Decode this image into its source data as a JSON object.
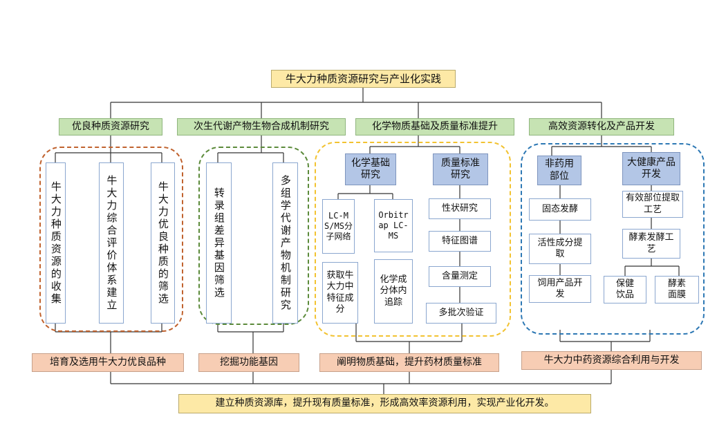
{
  "root": "牛大力种质资源研究与产业化实践",
  "categories": [
    "优良种质资源研究",
    "次生代谢产物生物合成机制研究",
    "化学物质基础及质量标准提升",
    "高效资源转化及产品开发"
  ],
  "group1": [
    "牛大力种质资源的收集",
    "牛大力综合评价体系建立",
    "牛大力优良种质的筛选"
  ],
  "group2": [
    "转录组差异基因筛选",
    "多组学代谢产物机制研究"
  ],
  "group3": {
    "headers": [
      "化学基础研究",
      "质量标准研究"
    ],
    "left": [
      "LC-MS/MS分子网络",
      "获取牛大力中特征成分"
    ],
    "mid": [
      "Orbitrap LC-MS",
      "化学成分体内追踪"
    ],
    "right": [
      "性状研究",
      "特征图谱",
      "含量测定",
      "多批次验证"
    ]
  },
  "group4": {
    "headers": [
      "非药用部位",
      "大健康产品开发"
    ],
    "left": [
      "固态发酵",
      "活性成分提取",
      "饲用产品开发"
    ],
    "right": [
      "有效部位提取工艺",
      "酵素发酵工艺",
      "保健饮品",
      "酵素面膜"
    ]
  },
  "outcomes": [
    "培育及选用牛大力优良品种",
    "挖掘功能基因",
    "阐明物质基础，提升药材质量标准",
    "牛大力中药资源综合利用与开发"
  ],
  "conclusion": "建立种质资源库，提升现有质量标准，形成高效率资源利用，实现产业化开发。",
  "colors": {
    "root": "#fde9a6",
    "category": "#c6e3b3",
    "outcome": "#f7cdb4",
    "subheader": "#b3c6e6",
    "dash_orange": "#c0622e",
    "dash_green": "#5b8a3a",
    "dash_yellow": "#f2c230",
    "dash_blue": "#2d78b4"
  }
}
